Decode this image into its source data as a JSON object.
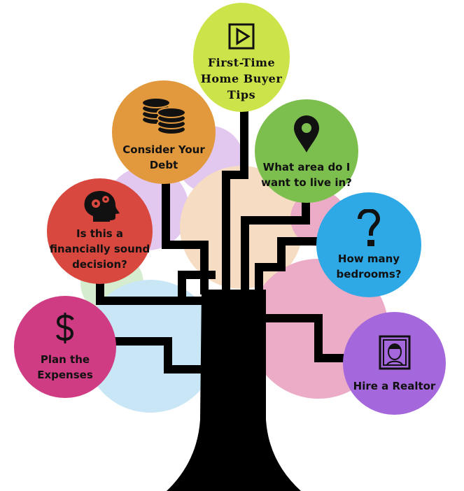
{
  "colors": {
    "trunk": "#000000",
    "title_node": "#cde34a",
    "debt_node": "#e2993e",
    "area_node": "#7dbf4f",
    "decision_node": "#d8483f",
    "bedrooms_node": "#2fa9e6",
    "expenses_node": "#d03c83",
    "realtor_node": "#a568dc",
    "bubble_purple": "#e2c8ef",
    "bubble_peach": "#f6dcc2",
    "bubble_pink": "#ecabc7",
    "bubble_blue": "#c9e6f6",
    "bubble_green": "#d6eccf"
  },
  "nodes": {
    "title": {
      "label": "First-Time\nHome Buyer\nTips",
      "icon": "play-icon"
    },
    "debt": {
      "label": "Consider Your\nDebt",
      "icon": "coins-icon"
    },
    "area": {
      "label": "What area do I\nwant to live in?",
      "icon": "location-pin-icon"
    },
    "decision": {
      "label": "Is this a\nfinancially sound\ndecision?",
      "icon": "head-gears-icon"
    },
    "bedrooms": {
      "label": "How many\nbedrooms?",
      "icon": "question-mark-icon"
    },
    "expenses": {
      "label": "Plan the\nExpenses",
      "icon": "dollar-icon"
    },
    "realtor": {
      "label": "Hire a Realtor",
      "icon": "portrait-icon"
    }
  }
}
